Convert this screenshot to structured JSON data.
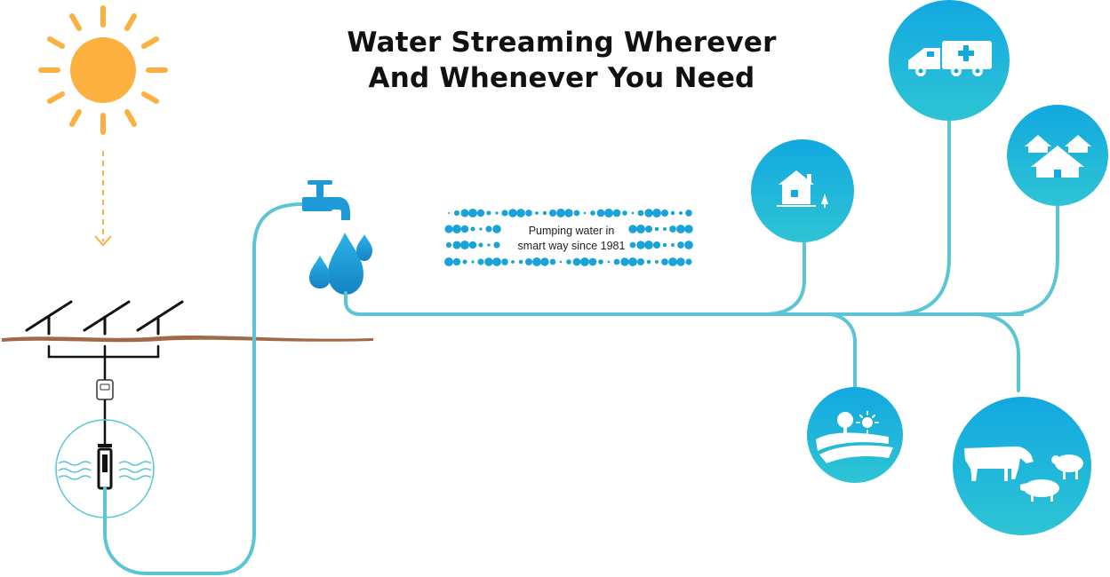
{
  "title": {
    "line1": "Water Streaming Wherever",
    "line2": "And Whenever You Need"
  },
  "tagline": {
    "line1": "Pumping water in",
    "line2": "smart way since 1981"
  },
  "colors": {
    "sun": "#fbb040",
    "pipe": "#5bc5d6",
    "circle_top": "#12a8e0",
    "circle_bottom": "#2ec4d4",
    "ground": "#a06a4a",
    "dots": "#1aa3d9",
    "drop": "#1e9ad9"
  },
  "icons": [
    "sun-icon",
    "solar-panel-icon",
    "pump-icon",
    "faucet-icon",
    "water-drop-icon",
    "house-icon",
    "ambulance-truck-icon",
    "village-huts-icon",
    "farm-field-icon",
    "livestock-icon"
  ]
}
